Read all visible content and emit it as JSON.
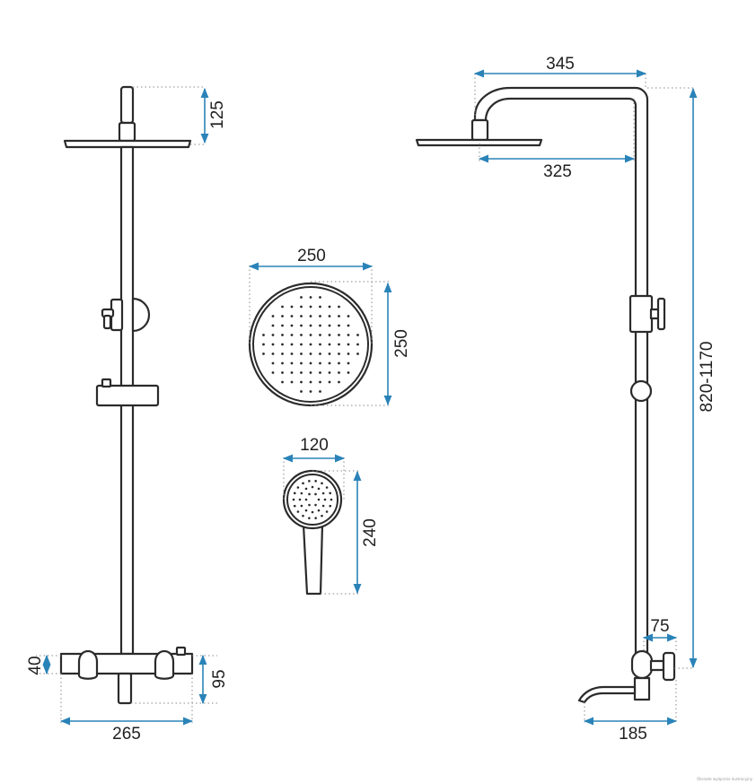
{
  "dimensions": {
    "front_top_height": "125",
    "front_valve_height": "40",
    "front_spout_height": "95",
    "front_valve_width": "265",
    "side_arm_reach": "345",
    "side_head_reach": "325",
    "side_total_height": "820-1170",
    "side_valve_depth": "75",
    "side_spout_reach": "185",
    "head_width": "250",
    "head_height": "250",
    "hand_width": "120",
    "hand_height": "240"
  },
  "watermark": "Obrazek wyłącznie ilustracyjny",
  "colors": {
    "dimension_line": "#2a83b8",
    "outline": "#2b2b2b"
  }
}
